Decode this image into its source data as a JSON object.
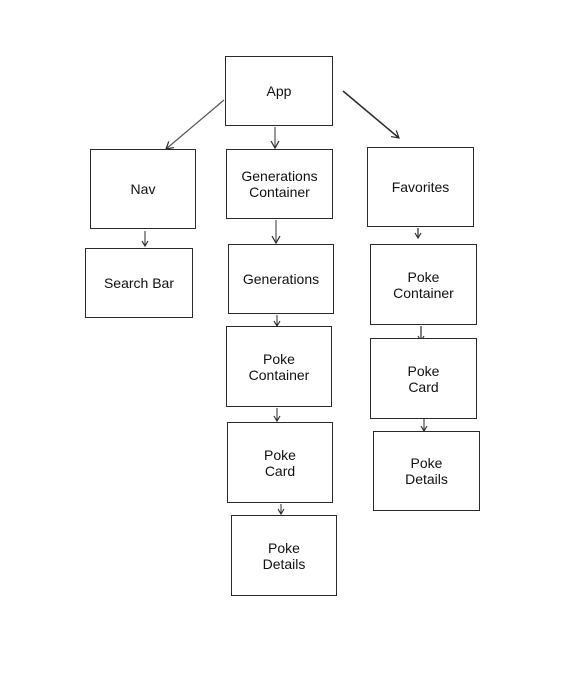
{
  "colors": {
    "stroke": "#2a2a2a",
    "text": "#111111",
    "background": "#ffffff"
  },
  "nodes": {
    "app": "App",
    "nav": "Nav",
    "search_bar": "Search Bar",
    "generations_container": "Generations\nContainer",
    "generations": "Generations",
    "poke_container_mid": "Poke\nContainer",
    "poke_card_mid": "Poke\nCard",
    "poke_details_mid": "Poke\nDetails",
    "favorites": "Favorites",
    "poke_container_right": "Poke\nContainer",
    "poke_card_right": "Poke\nCard",
    "poke_details_right": "Poke\nDetails"
  },
  "edges": [
    {
      "from": "app",
      "to": "nav"
    },
    {
      "from": "app",
      "to": "generations_container"
    },
    {
      "from": "app",
      "to": "favorites"
    },
    {
      "from": "nav",
      "to": "search_bar"
    },
    {
      "from": "generations_container",
      "to": "generations"
    },
    {
      "from": "generations",
      "to": "poke_container_mid"
    },
    {
      "from": "poke_container_mid",
      "to": "poke_card_mid"
    },
    {
      "from": "poke_card_mid",
      "to": "poke_details_mid"
    },
    {
      "from": "favorites",
      "to": "poke_container_right"
    },
    {
      "from": "poke_container_right",
      "to": "poke_card_right"
    },
    {
      "from": "poke_card_right",
      "to": "poke_details_right"
    }
  ]
}
